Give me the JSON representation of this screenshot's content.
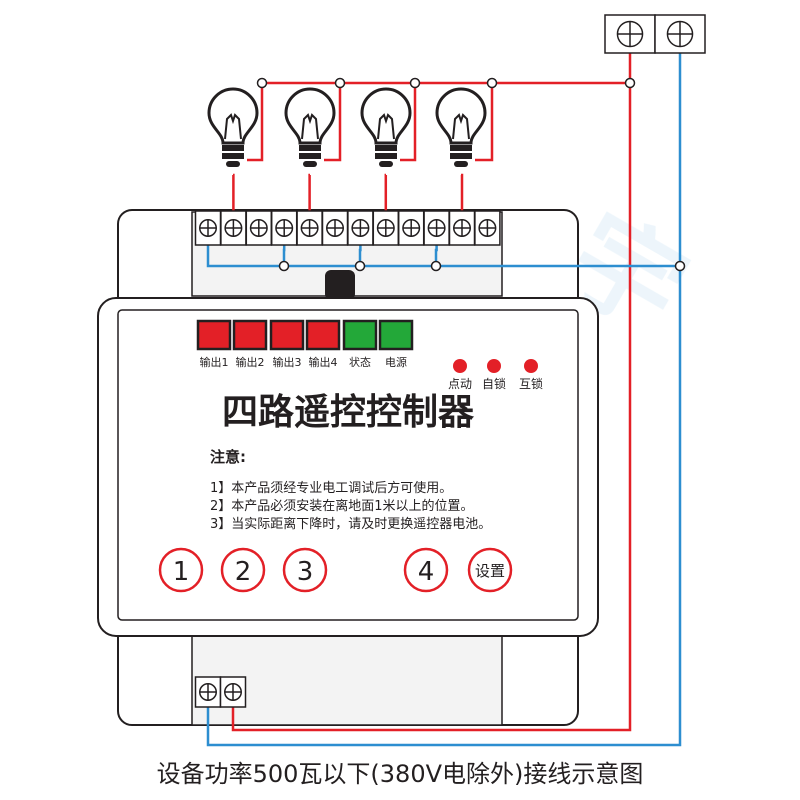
{
  "device": {
    "title": "四路遥控控制器",
    "indicators": [
      {
        "label": "输出1",
        "color": "#e32027"
      },
      {
        "label": "输出2",
        "color": "#e32027"
      },
      {
        "label": "输出3",
        "color": "#e32027"
      },
      {
        "label": "输出4",
        "color": "#e32027"
      },
      {
        "label": "状态",
        "color": "#23a839"
      },
      {
        "label": "电源",
        "color": "#23a839"
      }
    ],
    "modes": [
      {
        "label": "点动"
      },
      {
        "label": "自锁"
      },
      {
        "label": "互锁"
      }
    ],
    "notice": {
      "heading": "注意:",
      "lines": [
        "1】本产品须经专业电工调试后方可使用。",
        "2】本产品必须安装在离地面1米以上的位置。",
        "3】当实际距离下降时，请及时更换遥控器电池。"
      ]
    },
    "buttons": [
      {
        "label": "1"
      },
      {
        "label": "2"
      },
      {
        "label": "3"
      },
      {
        "label": "4"
      },
      {
        "label": "设置"
      }
    ]
  },
  "caption": "设备功率500瓦以下(380V电除外)接线示意图",
  "colors": {
    "wire_live": "#e32027",
    "wire_neutral": "#2d8ed0",
    "indicator_red": "#e32027",
    "indicator_green": "#23a839",
    "led_red": "#e32027"
  },
  "icons": [
    "light-bulb-icon",
    "screw-terminal-icon"
  ]
}
